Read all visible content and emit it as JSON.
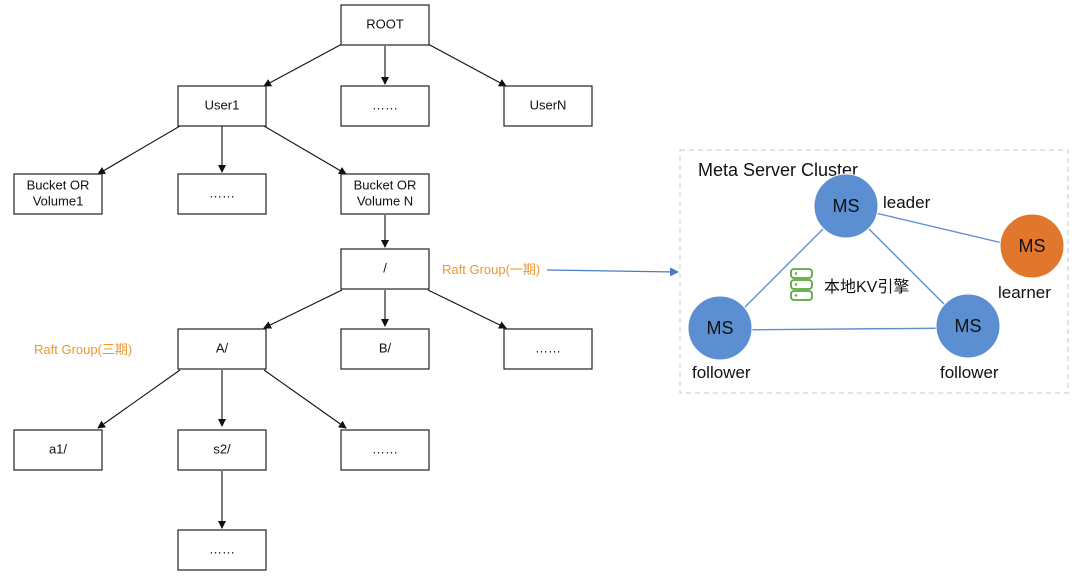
{
  "tree": {
    "root": "ROOT",
    "level1": [
      "User1",
      "……",
      "UserN"
    ],
    "level2": [
      "Bucket OR\nVolume1",
      "……",
      "Bucket OR\nVolume N"
    ],
    "slash": "/",
    "level4": [
      "A/",
      "B/",
      "……"
    ],
    "level5": [
      "a1/",
      "s2/",
      "……"
    ],
    "level6": [
      "……"
    ]
  },
  "labels": {
    "raft_group_phase1": "Raft Group(一期)",
    "raft_group_phase3": "Raft Group(三期)"
  },
  "cluster": {
    "title": "Meta Server Cluster",
    "node_label": "MS",
    "roles": {
      "leader": "leader",
      "learner": "learner",
      "follower_left": "follower",
      "follower_right": "follower"
    },
    "storage_label": "本地KV引擎",
    "colors": {
      "node_blue": "#5b8fd1",
      "node_orange": "#e0772d",
      "phase_label": "#f0962f",
      "storage_icon": "#5aa83c"
    },
    "icons": [
      "database-icon"
    ]
  }
}
